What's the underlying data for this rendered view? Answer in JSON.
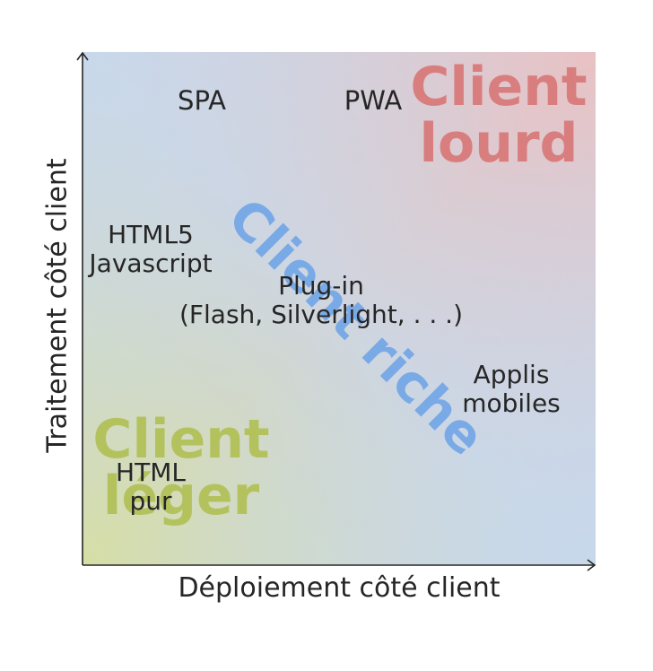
{
  "axes": {
    "x_label": "Déploiement côté client",
    "y_label": "Traitement côté client"
  },
  "zones": {
    "thick": {
      "line1": "Client",
      "line2": "lourd",
      "color": "#d97e7e"
    },
    "rich": {
      "text": "Client riche",
      "color": "#7aaae6"
    },
    "thin": {
      "line1": "Client",
      "line2": "léger",
      "color": "#b4c25e"
    }
  },
  "items": {
    "spa": "SPA",
    "pwa": "PWA",
    "html5": {
      "line1": "HTML5",
      "line2": "Javascript"
    },
    "plugin": {
      "line1": "Plug-in",
      "line2": "(Flash, Silverlight, . . .)"
    },
    "mobile": {
      "line1": "Applis",
      "line2": "mobiles"
    },
    "html": {
      "line1": "HTML",
      "line2": "pur"
    }
  },
  "colors": {
    "corner_top_left": "#c6d9ee",
    "corner_top_right": "#e9c1c3",
    "corner_bottom_left": "#d6dea6",
    "corner_bottom_right": "#c5d9ee",
    "axis": "#262626"
  }
}
